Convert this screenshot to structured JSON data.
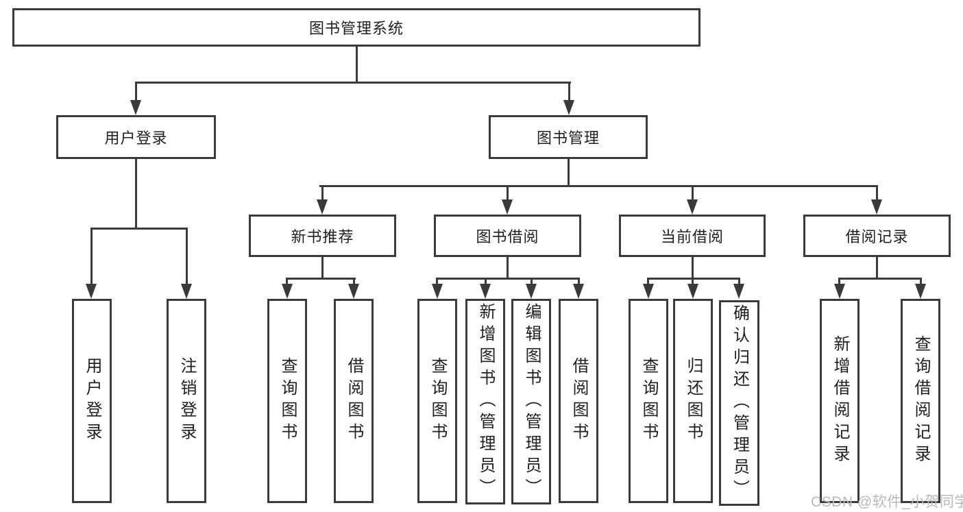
{
  "colors": {
    "line": "#3a3a3a",
    "text": "#1f1f1f",
    "box_background": "#ffffff",
    "watermark": "#b9b9b9"
  },
  "watermark": {
    "text": "CSDN @软件_小贺同学"
  },
  "tree": {
    "root": "图书管理系统",
    "branches": [
      {
        "label": "用户登录",
        "children": [
          "用户登录",
          "注销登录"
        ]
      },
      {
        "label": "图书管理",
        "groups": [
          {
            "label": "新书推荐",
            "children": [
              "查询图书",
              "借阅图书"
            ]
          },
          {
            "label": "图书借阅",
            "children": [
              "查询图书",
              "新增图书（管理员）",
              "编辑图书（管理员）",
              "借阅图书"
            ]
          },
          {
            "label": "当前借阅",
            "children": [
              "查询图书",
              "归还图书",
              "确认归还（管理员）"
            ]
          },
          {
            "label": "借阅记录",
            "children": [
              "新增借阅记录",
              "查询借阅记录"
            ]
          }
        ]
      }
    ]
  }
}
